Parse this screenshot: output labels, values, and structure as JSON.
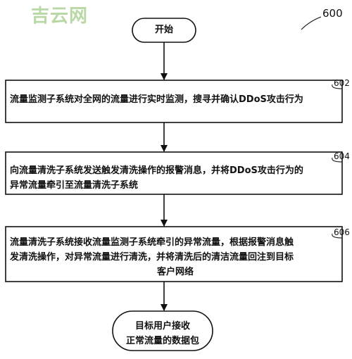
{
  "watermark": "吉云网",
  "figure_number": "600",
  "start": {
    "label": "开始"
  },
  "steps": [
    {
      "id": "602",
      "lines": [
        "流量监测子系统对全网的流量进行实时监测，搜寻并确认DDoS攻击行为"
      ]
    },
    {
      "id": "604",
      "lines": [
        "向流量清洗子系统发送触发清洗操作的报警消息，并将DDoS攻击行为的",
        "异常流量牵引至流量清洗子系统"
      ]
    },
    {
      "id": "606",
      "lines": [
        "流量清洗子系统接收流量监测子系统牵引的异常流量，根据报警消息触",
        "发清洗操作，对异常流量进行清洗，并将清洗后的清洁流量回注到目标",
        "客户网络"
      ]
    }
  ],
  "end": {
    "lines": [
      "目标用户接收",
      "正常流量的数据包"
    ]
  }
}
